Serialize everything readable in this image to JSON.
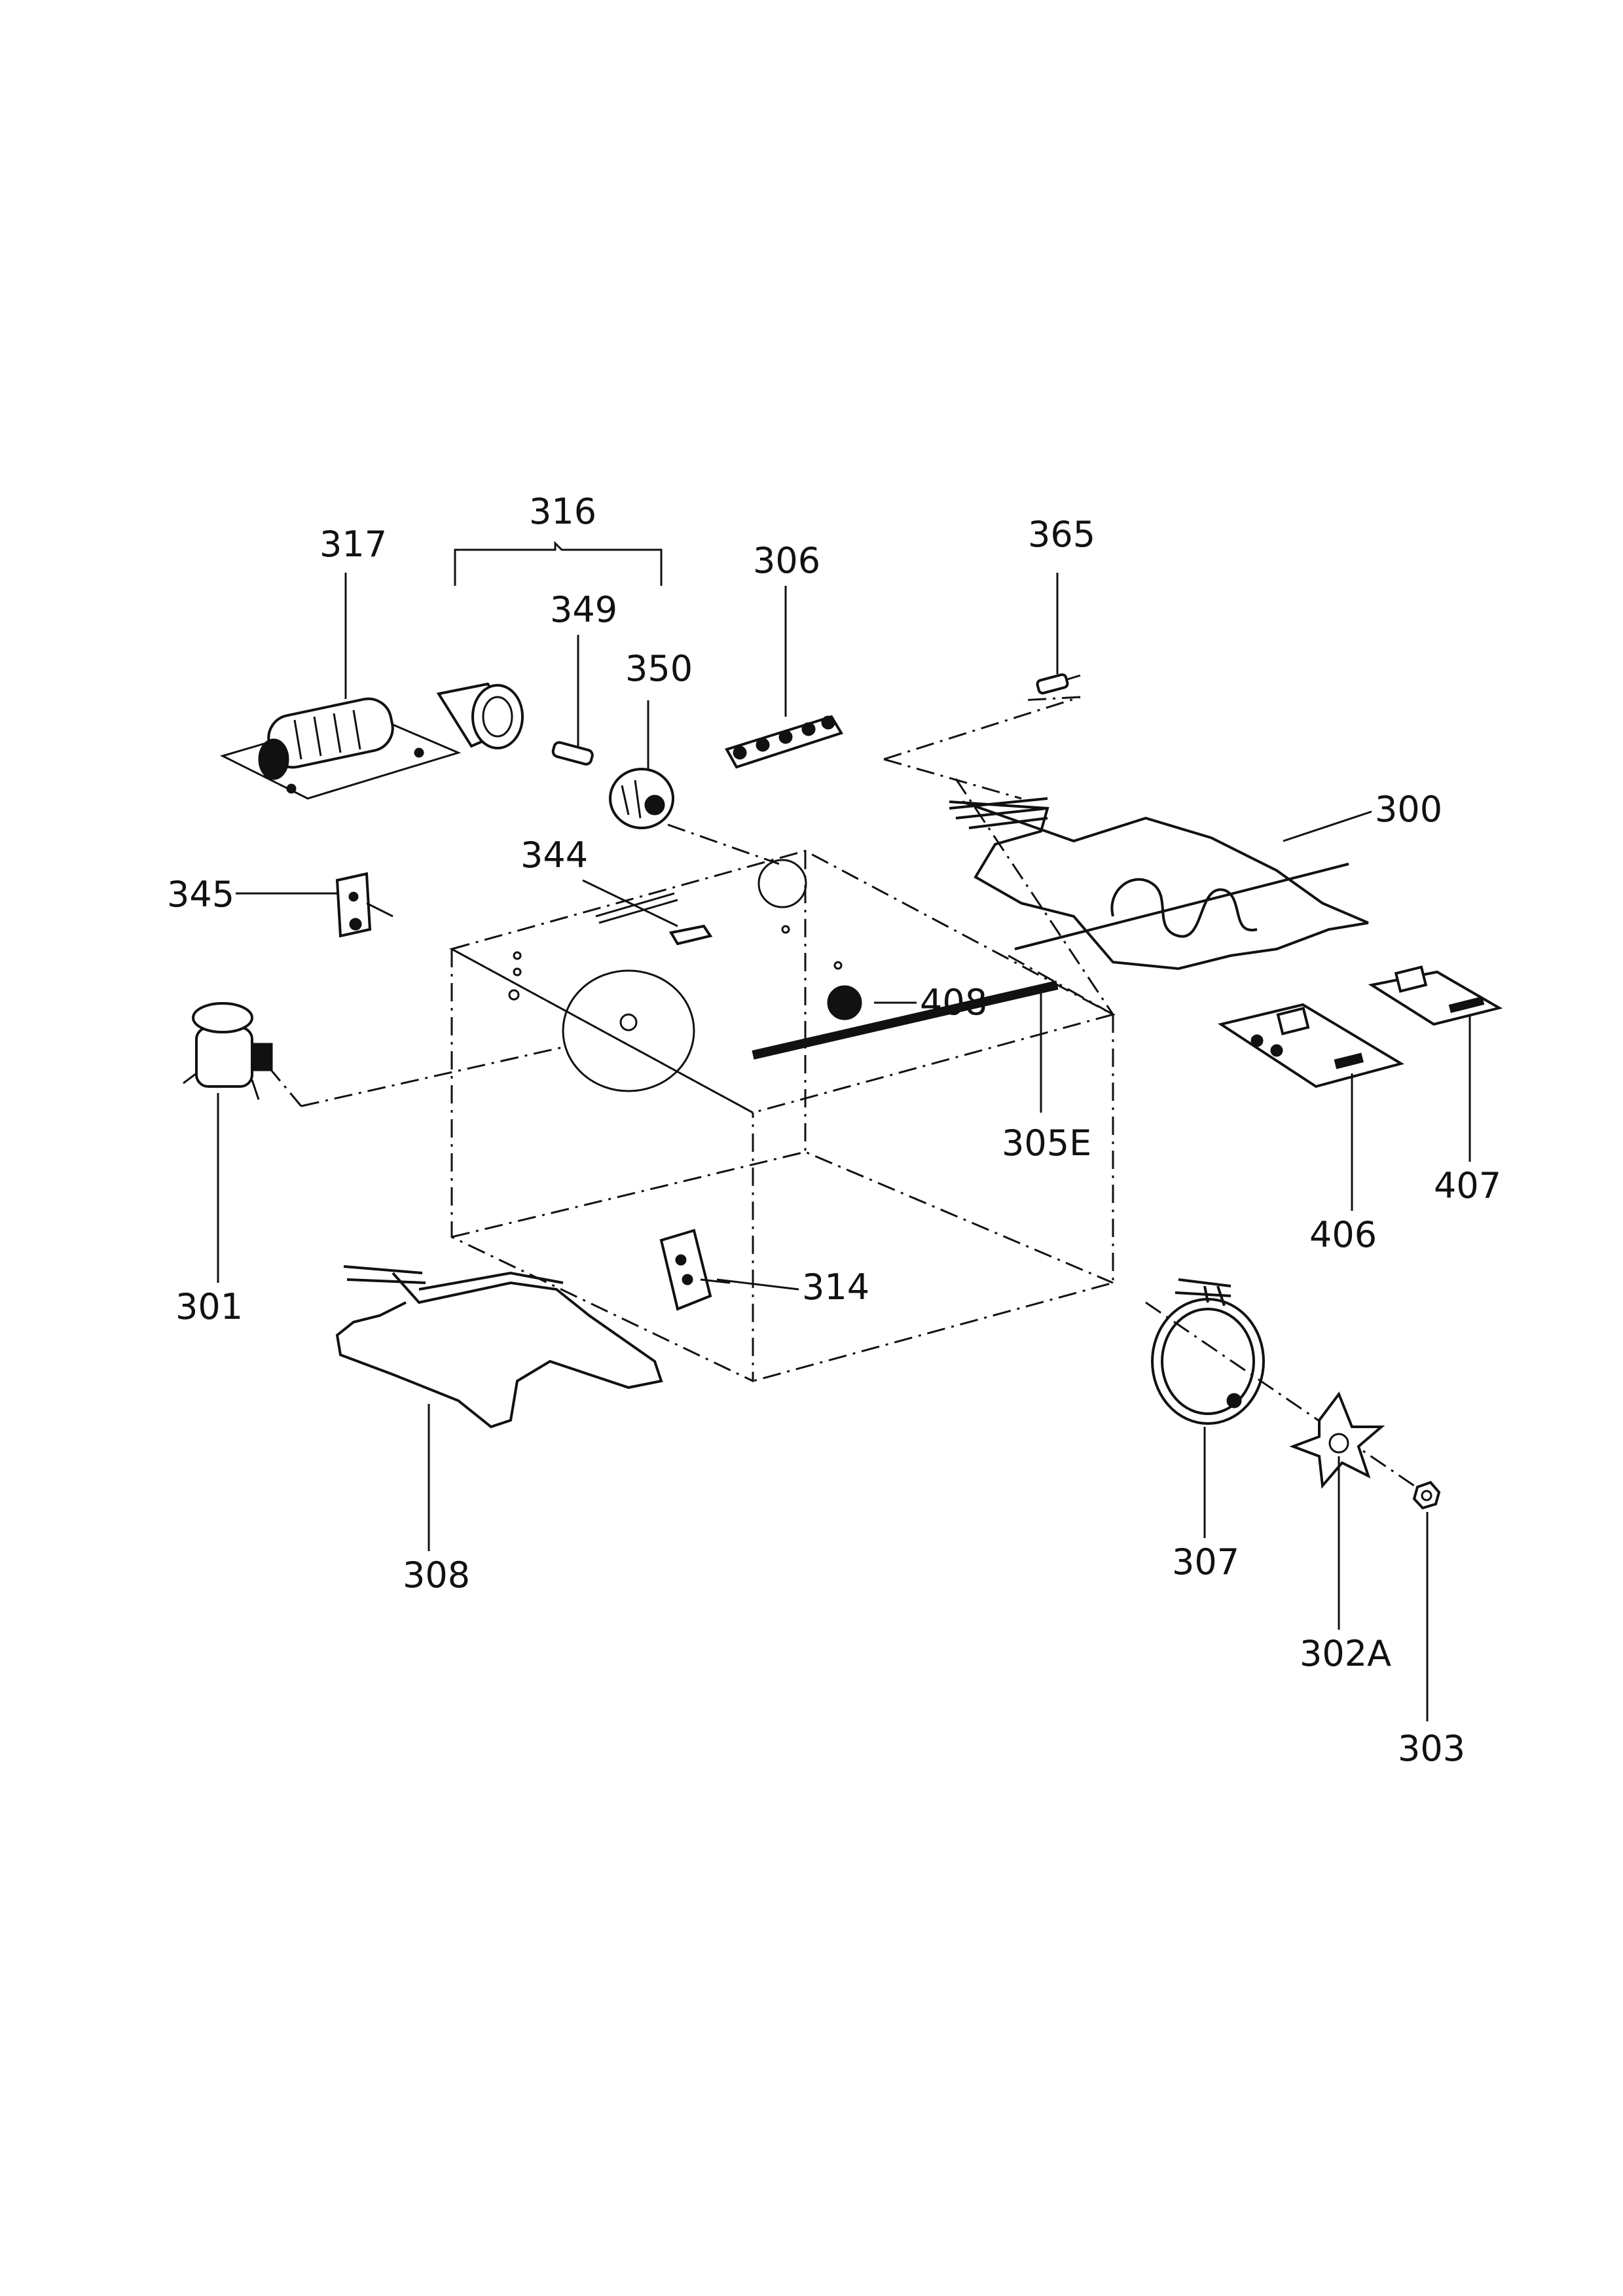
{
  "labels": {
    "p300": "300",
    "p301": "301",
    "p302a": "302A",
    "p303": "303",
    "p305e": "305E",
    "p306": "306",
    "p307": "307",
    "p308": "308",
    "p314": "314",
    "p316": "316",
    "p317": "317",
    "p344": "344",
    "p345": "345",
    "p349": "349",
    "p350": "350",
    "p365": "365",
    "p406": "406",
    "p407": "407",
    "p408": "408"
  },
  "colors": {
    "ink": "#111111",
    "paper": "#ffffff"
  }
}
